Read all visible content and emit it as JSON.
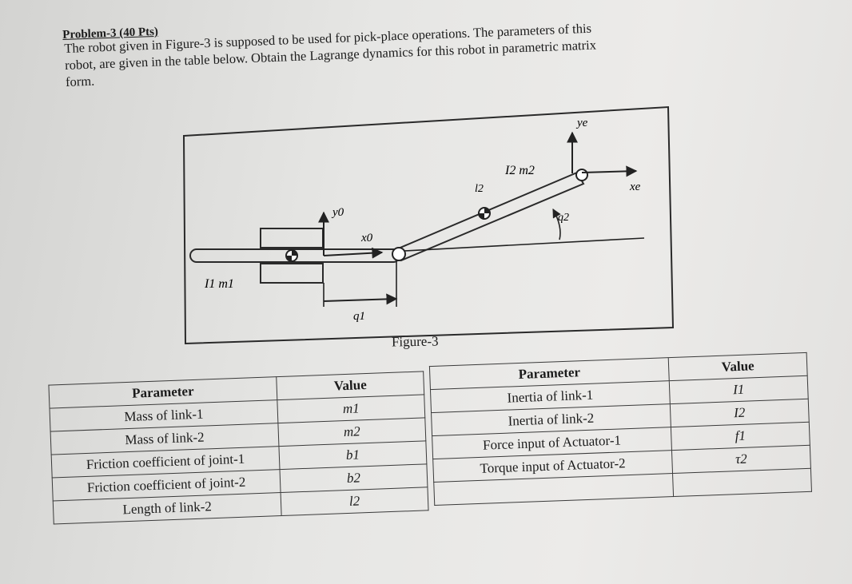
{
  "problem": {
    "title": "Problem-3 (40 Pts)",
    "lines": [
      "The robot given in Figure-3 is supposed to be used for pick-place operations. The parameters of this",
      "robot, are given in the table below. Obtain the Lagrange dynamics for this robot in parametric matrix",
      "form."
    ]
  },
  "figure": {
    "caption": "Figure-3",
    "labels": {
      "y0": "y0",
      "x0": "x0",
      "q1": "q1",
      "l1m1": "I1 m1",
      "l2": "l2",
      "I2m2": "I2 m2",
      "q2": "q2",
      "ye": "ye",
      "xe": "xe"
    }
  },
  "table_left": {
    "headers": [
      "Parameter",
      "Value"
    ],
    "rows": [
      [
        "Mass of link-1",
        "m1"
      ],
      [
        "Mass of link-2",
        "m2"
      ],
      [
        "Friction coefficient of joint-1",
        "b1"
      ],
      [
        "Friction coefficient of joint-2",
        "b2"
      ],
      [
        "Length of link-2",
        "l2"
      ]
    ]
  },
  "table_right": {
    "headers": [
      "Parameter",
      "Value"
    ],
    "rows": [
      [
        "Inertia of link-1",
        "I1"
      ],
      [
        "Inertia of link-2",
        "I2"
      ],
      [
        "Force input of Actuator-1",
        "f1"
      ],
      [
        "Torque input of Actuator-2",
        "τ2"
      ],
      [
        "",
        ""
      ]
    ]
  }
}
